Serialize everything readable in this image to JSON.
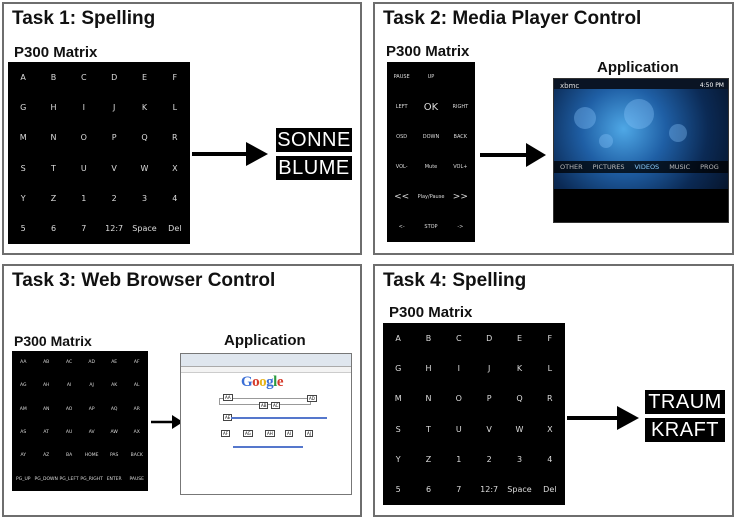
{
  "tasks": [
    {
      "title": "Task 1: Spelling",
      "matrix_label": "P300 Matrix",
      "rows": [
        [
          "A",
          "B",
          "C",
          "D",
          "E",
          "F"
        ],
        [
          "G",
          "H",
          "I",
          "J",
          "K",
          "L"
        ],
        [
          "M",
          "N",
          "O",
          "P",
          "Q",
          "R"
        ],
        [
          "S",
          "T",
          "U",
          "V",
          "W",
          "X"
        ],
        [
          "Y",
          "Z",
          "1",
          "2",
          "3",
          "4"
        ],
        [
          "5",
          "6",
          "7",
          "12:7",
          "Space",
          "Del"
        ]
      ],
      "words": [
        "SONNE",
        "BLUME"
      ]
    },
    {
      "title": "Task 2: Media Player Control",
      "matrix_label": "P300 Matrix",
      "rows": [
        [
          "PAUSE",
          "UP",
          ""
        ],
        [
          "LEFT",
          "OK",
          "RIGHT"
        ],
        [
          "OSD",
          "DOWN",
          "BACK"
        ],
        [
          "VOL-",
          "Mute",
          "VOL+"
        ],
        [
          "<<",
          "Play/Pause",
          ">>"
        ],
        [
          "<-",
          "STOP",
          "->"
        ]
      ],
      "app_label": "Application"
    },
    {
      "title": "Task 3: Web Browser Control",
      "matrix_label": "P300 Matrix",
      "rows": [
        [
          "AA",
          "AB",
          "AC",
          "AD",
          "AE",
          "AF"
        ],
        [
          "AG",
          "AH",
          "AI",
          "AJ",
          "AK",
          "AL"
        ],
        [
          "AM",
          "AN",
          "AO",
          "AP",
          "AQ",
          "AR"
        ],
        [
          "AS",
          "AT",
          "AU",
          "AV",
          "AW",
          "AX"
        ],
        [
          "AY",
          "AZ",
          "BA",
          "HOME",
          "PAS",
          "BACK"
        ],
        [
          "PG_UP",
          "PG_DOWN",
          "PG_LEFT",
          "PG_RIGHT",
          "ENTER",
          "PAUSE"
        ]
      ],
      "app_label": "Application"
    },
    {
      "title": "Task 4: Spelling",
      "matrix_label": "P300 Matrix",
      "rows": [
        [
          "A",
          "B",
          "C",
          "D",
          "E",
          "F"
        ],
        [
          "G",
          "H",
          "I",
          "J",
          "K",
          "L"
        ],
        [
          "M",
          "N",
          "O",
          "P",
          "Q",
          "R"
        ],
        [
          "S",
          "T",
          "U",
          "V",
          "W",
          "X"
        ],
        [
          "Y",
          "Z",
          "1",
          "2",
          "3",
          "4"
        ],
        [
          "5",
          "6",
          "7",
          "12:7",
          "Space",
          "Del"
        ]
      ],
      "words": [
        "TRAUM",
        "KRAFT"
      ]
    }
  ],
  "xbmc": {
    "logo": "xbmc",
    "clock": "4:50 PM",
    "menu": [
      "OTHER",
      "PICTURES",
      "VIDEOS",
      "MUSIC",
      "PROG"
    ],
    "active_menu": "VIDEOS"
  },
  "browser": {
    "logo_letters": [
      {
        "ch": "G",
        "color": "#3b6fd6"
      },
      {
        "ch": "o",
        "color": "#d63a2a"
      },
      {
        "ch": "o",
        "color": "#e8b31a"
      },
      {
        "ch": "g",
        "color": "#3b6fd6"
      },
      {
        "ch": "l",
        "color": "#2a9a3e"
      },
      {
        "ch": "e",
        "color": "#d63a2a"
      }
    ],
    "tags": [
      "AA",
      "AB",
      "AC",
      "AD",
      "AE",
      "AF",
      "AG",
      "AH",
      "AI",
      "AJ"
    ]
  }
}
